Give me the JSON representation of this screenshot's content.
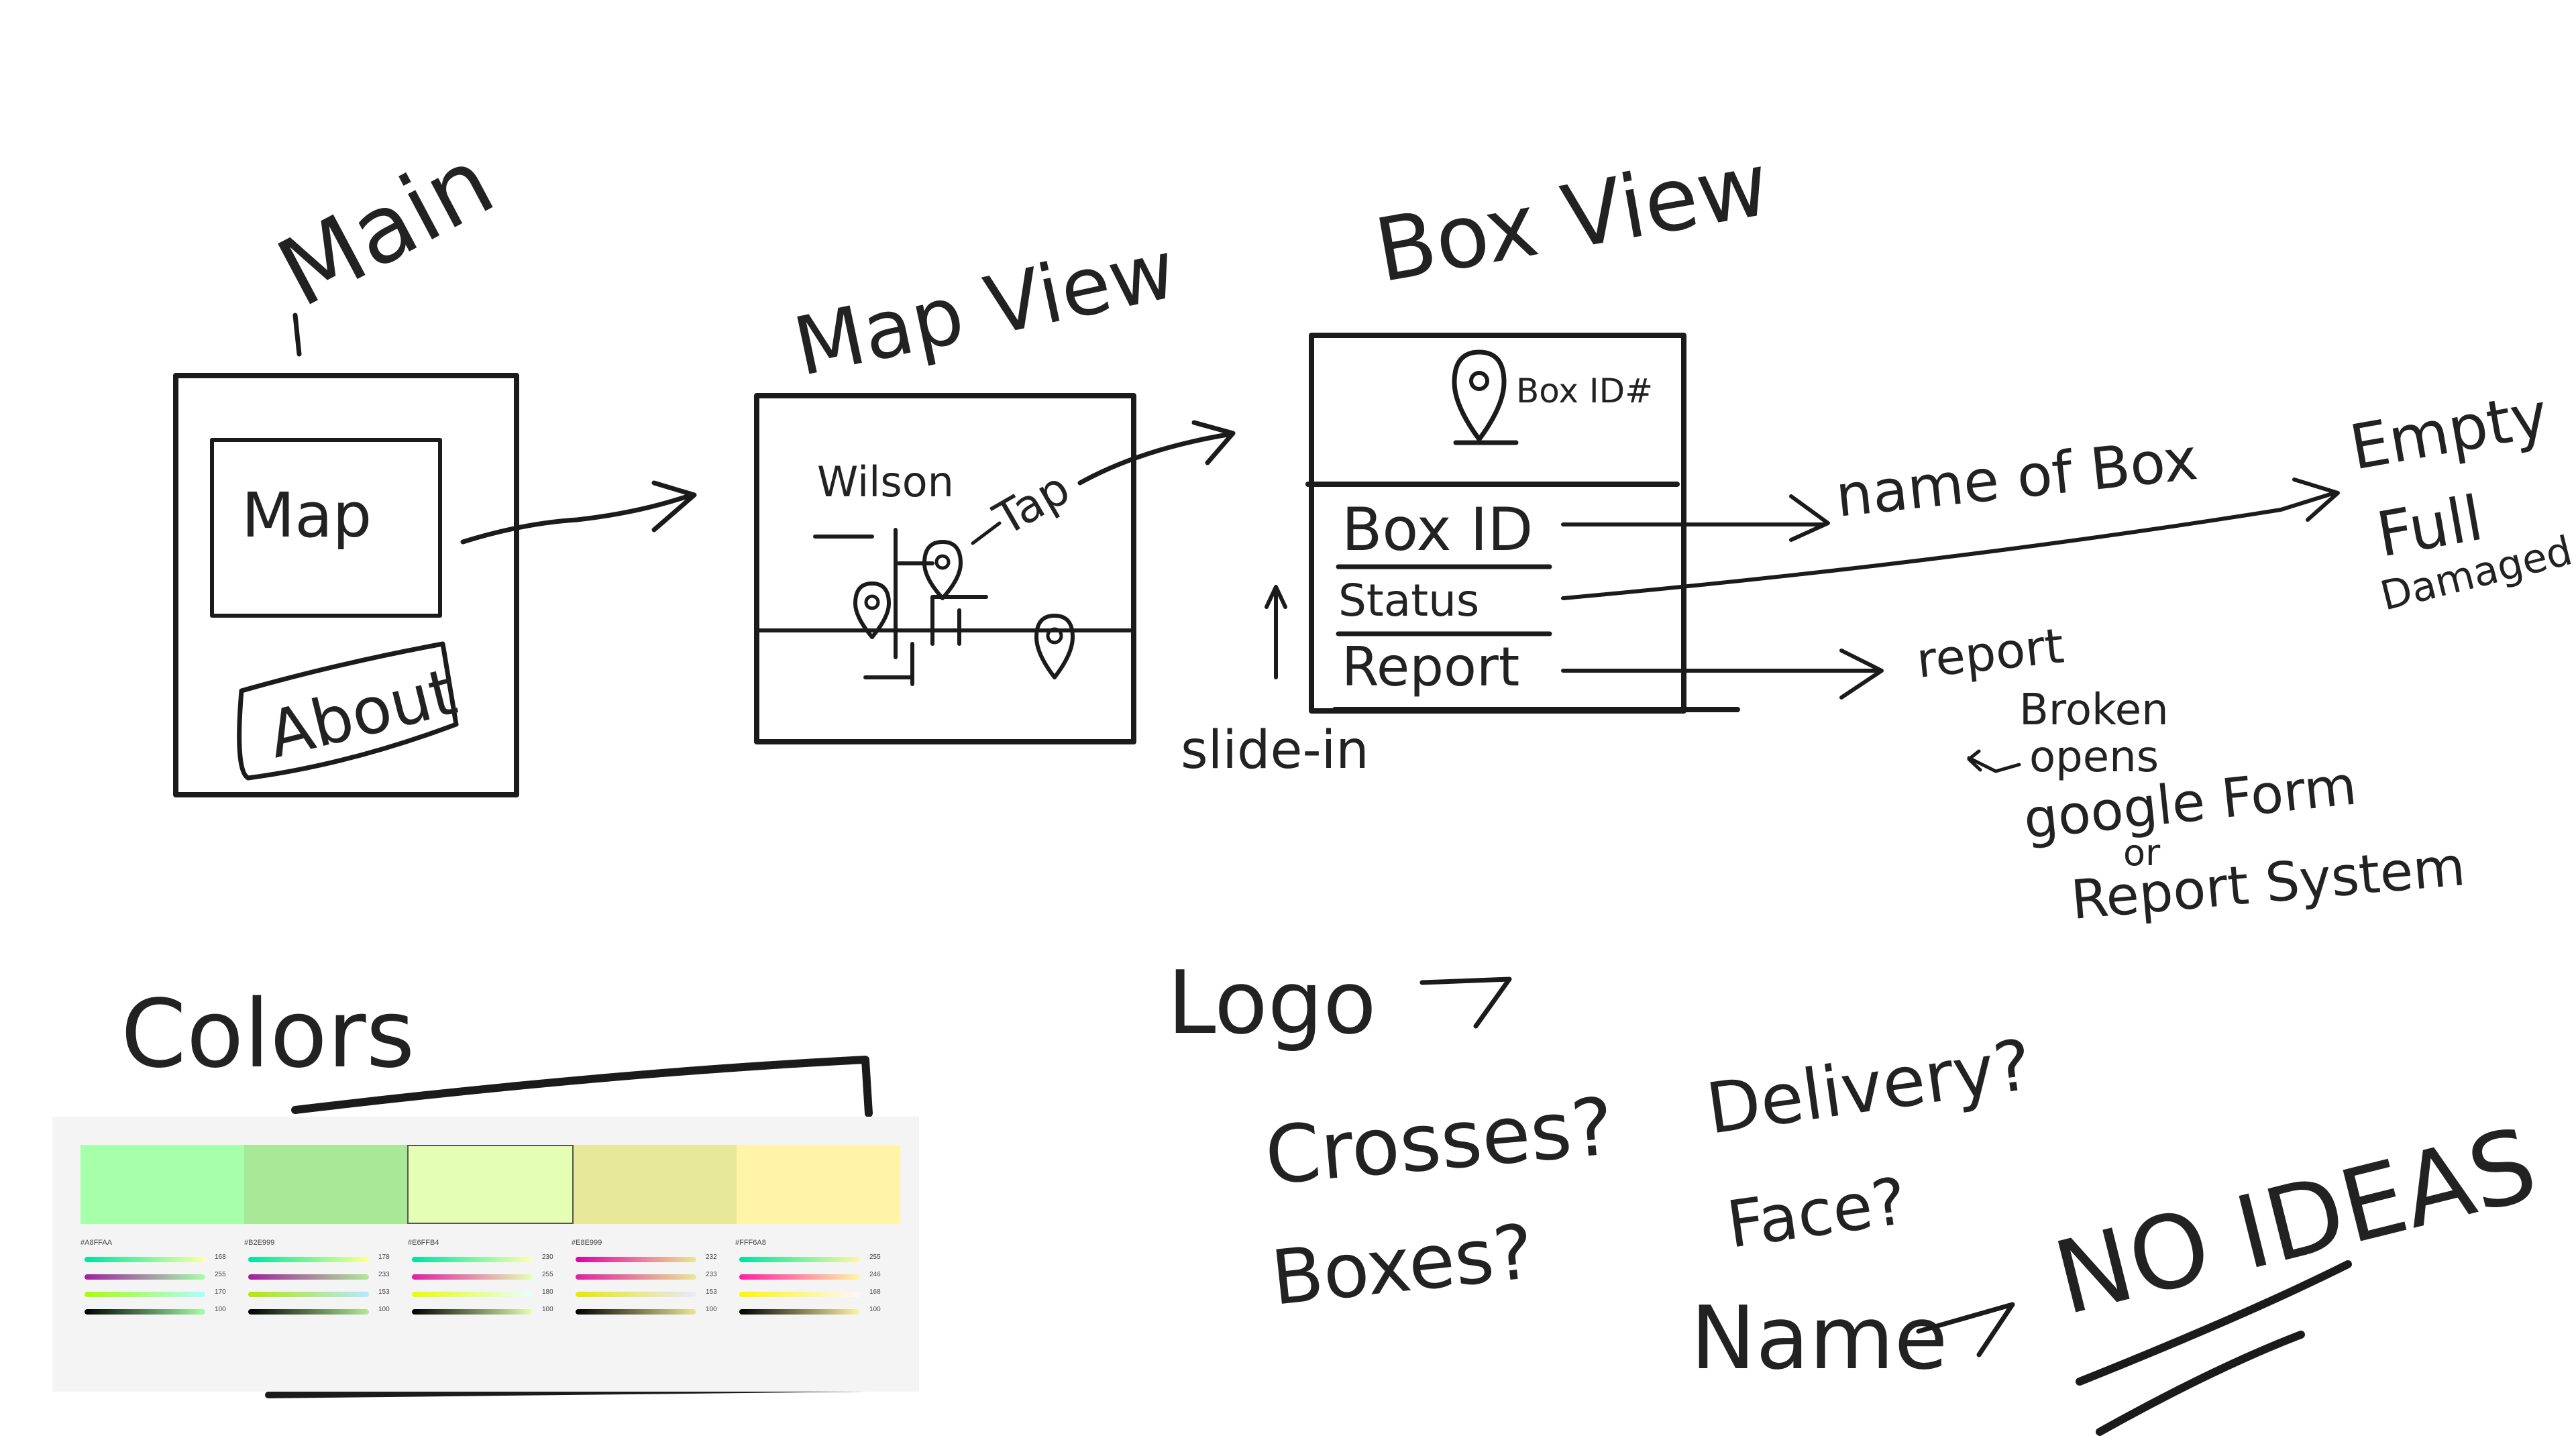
{
  "main_screen": {
    "title": "Main",
    "map_label": "Map",
    "about_label": "About"
  },
  "map_view": {
    "title": "Map View",
    "place_label": "Wilson",
    "tap_note": "Tap"
  },
  "box_view": {
    "title": "Box View",
    "header_note": "Box ID#",
    "rows": [
      "Box ID",
      "Status",
      "Report"
    ],
    "slide_in_note": "slide-in",
    "annotations": {
      "box_id": "name of Box",
      "status_options": [
        "Empty",
        "Full",
        "Damaged"
      ],
      "report_lines": [
        "report",
        "Broken",
        "opens",
        "google Form",
        "or",
        "Report System"
      ]
    }
  },
  "colors_section": {
    "title": "Colors",
    "palette": [
      {
        "hex": "#A8FFAA",
        "color": "#a8ffaa",
        "values": [
          "168",
          "255",
          "170",
          "100"
        ]
      },
      {
        "hex": "#B2E999",
        "color": "#a8e896",
        "values": [
          "178",
          "233",
          "153",
          "100"
        ]
      },
      {
        "hex": "#E6FFB4",
        "color": "#e4ffb4",
        "values": [
          "230",
          "255",
          "180",
          "100"
        ]
      },
      {
        "hex": "#E8E999",
        "color": "#e8e89a",
        "values": [
          "232",
          "233",
          "153",
          "100"
        ]
      },
      {
        "hex": "#FFF6A8",
        "color": "#fff4a8",
        "values": [
          "255",
          "246",
          "168",
          "100"
        ]
      }
    ]
  },
  "logo_section": {
    "title": "Logo",
    "ideas": [
      "Crosses?",
      "Boxes?",
      "Delivery?",
      "Face?"
    ],
    "name_label": "Name",
    "no_ideas": "NO IDEAS"
  }
}
